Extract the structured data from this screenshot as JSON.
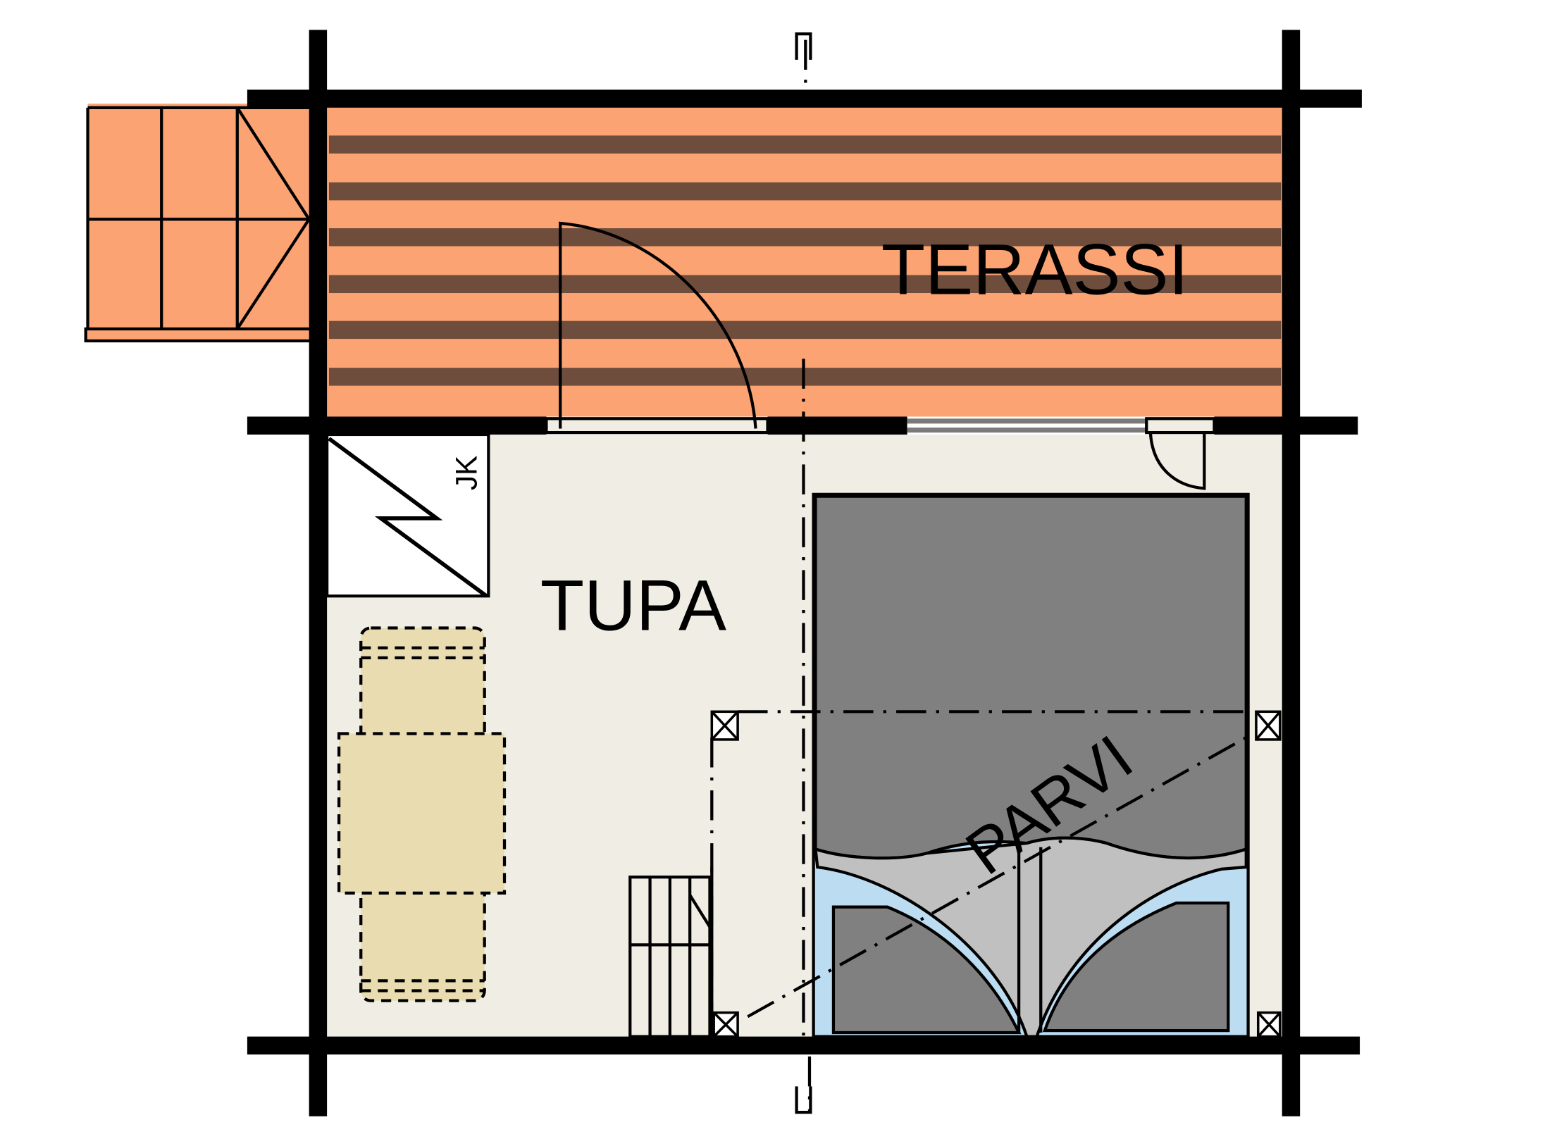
{
  "plan": {
    "type": "floor-plan",
    "rooms": [
      {
        "id": "terrace",
        "label": "TERASSI"
      },
      {
        "id": "living",
        "label": "TUPA"
      },
      {
        "id": "loft",
        "label": "PARVI"
      }
    ],
    "fixtures": [
      {
        "id": "fridge",
        "label": "JK"
      }
    ],
    "colors": {
      "wall": "#000000",
      "terrace_fill": "#fca373",
      "terrace_plank": "#6e4d3c",
      "floor": "#f0eee4",
      "table": "#e8dcb0",
      "bed_dark": "#808080",
      "bed_light": "#c0c0c0",
      "bed_blue": "#bcdcf2",
      "window_gray": "#7a7a7a"
    }
  }
}
